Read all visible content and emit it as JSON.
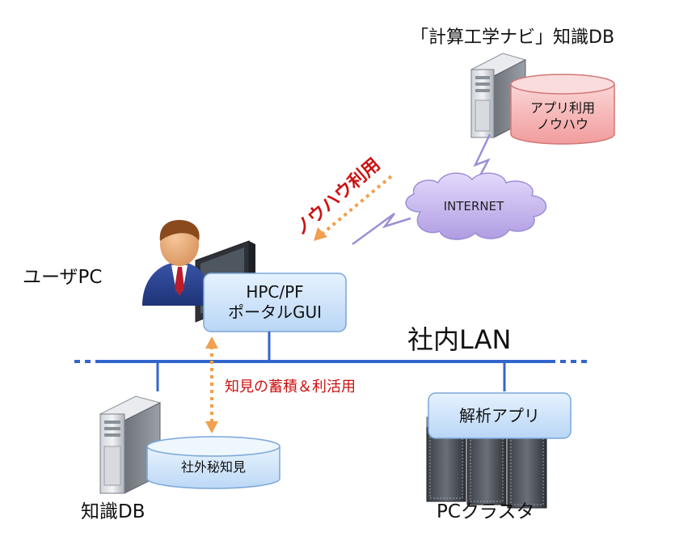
{
  "kb_title": "「計算工学ナビ」知識DB",
  "knowhow_db": {
    "line1": "アプリ利用",
    "line2": "ノウハウ"
  },
  "internet": "INTERNET",
  "knowhow_use": "ノウハウ利用",
  "user_pc": "ユーザPC",
  "portal": {
    "line1": "HPC/PF",
    "line2": "ポータルGUI"
  },
  "lan": "社内LAN",
  "knowledge_accum": "知見の蓄積＆利活用",
  "local_db_label": "知識DB",
  "secret_knowledge": "社外秘知見",
  "analysis_app": "解析アプリ",
  "pc_cluster": "PCクラスタ",
  "colors": {
    "lan_line": "#3366cc",
    "arrow": "#f0a050",
    "accent_red": "#cc1111",
    "box_blue": "#cfe4fb",
    "db_pink": "#f6b9b9",
    "cloud": "#c9b8ee"
  }
}
